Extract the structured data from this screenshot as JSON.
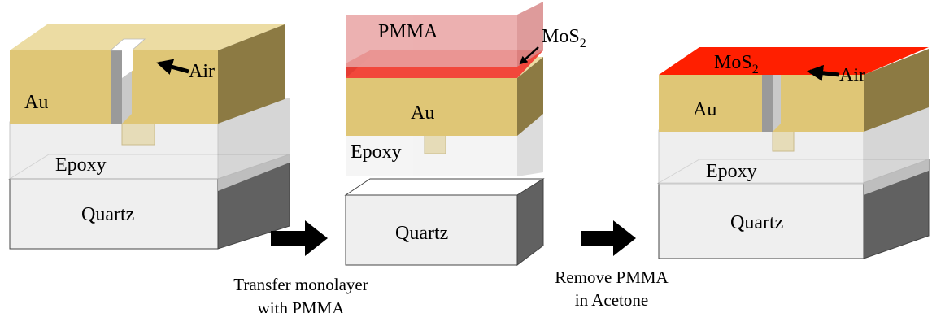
{
  "panel_left": {
    "labels": {
      "au": "Au",
      "air": "Air",
      "epoxy": "Epoxy",
      "quartz": "Quartz"
    }
  },
  "panel_middle": {
    "labels": {
      "pmma": "PMMA",
      "mos2_base": "MoS",
      "mos2_sub": "2",
      "au": "Au",
      "epoxy": "Epoxy",
      "quartz": "Quartz"
    }
  },
  "panel_right": {
    "labels": {
      "mos2_base": "MoS",
      "mos2_sub": "2",
      "au": "Au",
      "air": "Air",
      "epoxy": "Epoxy",
      "quartz": "Quartz"
    }
  },
  "steps": [
    {
      "line1": "Transfer monolayer",
      "line2": "with PMMA"
    },
    {
      "line1": "Remove PMMA",
      "line2": "in Acetone"
    }
  ],
  "colors": {
    "au_front": "#dfc676",
    "au_top": "#ecdca3",
    "au_side": "#8c7a43",
    "epoxy_front": "#ececec",
    "epoxy_side": "#d6d6d6",
    "quartz_front": "#efefef",
    "quartz_top": "#ffffff",
    "quartz_side": "#616161",
    "pmma": "#e9a3a3",
    "pmma_side": "#d98a8a",
    "mos2": "#f2473b",
    "mos2_bright": "#ff1f00",
    "arrow": "#000000"
  }
}
